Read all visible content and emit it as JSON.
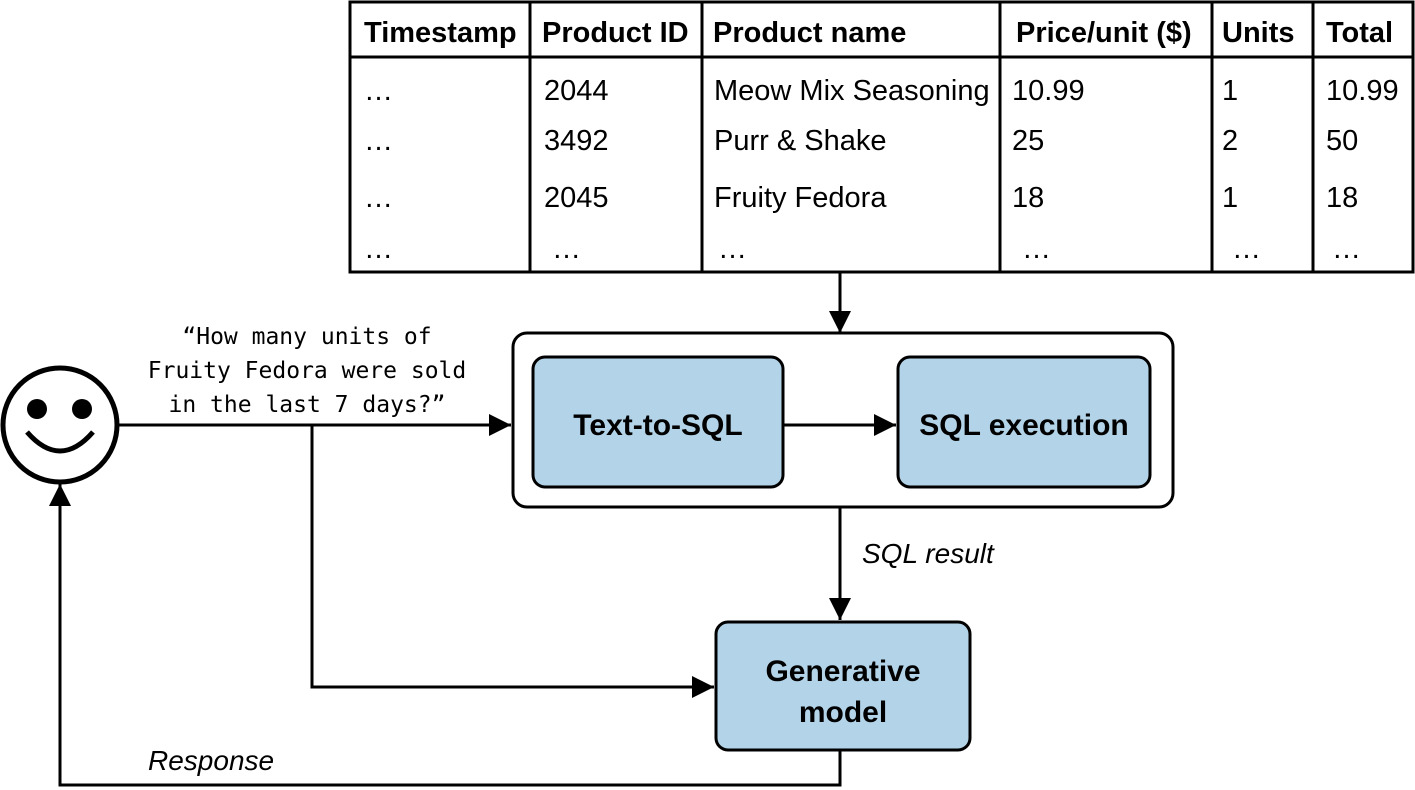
{
  "table": {
    "headers": [
      "Timestamp",
      "Product ID",
      "Product name",
      "Price/unit ($)",
      "Units",
      "Total"
    ],
    "rows": [
      [
        "…",
        "2044",
        "Meow Mix Seasoning",
        "10.99",
        "1",
        "10.99"
      ],
      [
        "…",
        "3492",
        "Purr & Shake",
        "25",
        "2",
        "50"
      ],
      [
        "…",
        "2045",
        "Fruity Fedora",
        "18",
        "1",
        "18"
      ],
      [
        "…",
        "…",
        "…",
        "…",
        "…",
        "…"
      ]
    ]
  },
  "query": {
    "line1": "“How many units of",
    "line2": "Fruity Fedora were sold",
    "line3": "in the last 7 days?”"
  },
  "boxes": {
    "text_to_sql": "Text-to-SQL",
    "sql_execution": "SQL execution",
    "generative_model_1": "Generative",
    "generative_model_2": "model"
  },
  "labels": {
    "sql_result": "SQL result",
    "response": "Response"
  },
  "colors": {
    "box_fill": "#b3d4e8",
    "stroke": "#000000"
  },
  "icons": {
    "user": "smiley-face-icon"
  }
}
